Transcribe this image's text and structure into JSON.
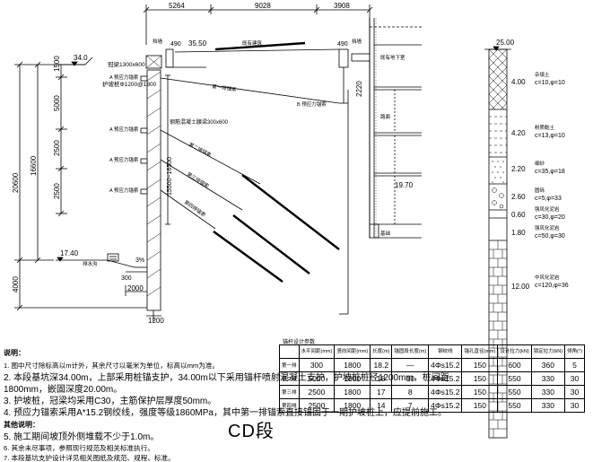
{
  "top_dimensions": [
    "5264",
    "9028",
    "3908"
  ],
  "left_dimensions": {
    "outer": [
      "20600",
      "4000"
    ],
    "inner": [
      "16600"
    ],
    "segments": [
      "1500",
      "5000",
      "2500",
      "2500"
    ],
    "pile": [
      "1200"
    ],
    "bottom": [
      "2000"
    ]
  },
  "elevations": {
    "top_left": "34.0",
    "ground_left": "17.40",
    "wall_top": "35.50",
    "right_top": "25.00",
    "inner_right": "19.70"
  },
  "labels": {
    "crown_beam": "冠梁1300x600",
    "pile": "护坡桩Φ1200@1800",
    "waist_beam": "钢筋混凝土腰梁300x600",
    "design_mid": "15500~16500",
    "mid_span": "2220",
    "pile_top": "490",
    "pile_top_right": "490",
    "slope": "3%",
    "dim_300": "300",
    "anchor_a1": "A 预应力锚索",
    "anchor_a2": "A 预应力锚索",
    "anchor_a3": "A 预应力锚索",
    "anchor_a4": "A 预应力锚索",
    "anchor_b": "B 预应力锚索",
    "row1": "第一排锚索",
    "row2": "第二排锚索",
    "row3": "第三排锚索",
    "row4": "第四排锚索",
    "top_left_tag": "挡墙",
    "top_right_tag": "挡墙",
    "surface_left": "排水沟",
    "existing": "既有建筑",
    "subway": "既有地下室",
    "road": "路面",
    "found": "基础"
  },
  "soil_layers": [
    {
      "thick": "4.00",
      "name": "杂填土",
      "params": "c=10,φ=10"
    },
    {
      "thick": "4.20",
      "name": "粉质黏土",
      "params": "c=13,φ=10"
    },
    {
      "thick": "2.20",
      "name": "细砂",
      "params": "c=35,φ=18"
    },
    {
      "thick": "2.60",
      "name": "圆砾",
      "params": "c=5,φ=33"
    },
    {
      "thick": "0.60",
      "name": "强风化泥岩",
      "params": "c=30,φ=20"
    },
    {
      "thick": "1.80",
      "name": "强风化泥岩",
      "params": "c=50,φ=30"
    },
    {
      "thick": "12.00",
      "name": "中风化泥岩",
      "params": "c=120,φ=36"
    }
  ],
  "notes": {
    "title": "说明：",
    "n1": "1. 图中尺寸除标高以m计外，其余尺寸以毫米为单位，标高以mm为准。",
    "n2a": "2. 本段基坑深34.00m，上部采用桩锚支护，34.00m以下采用锚杆喷射混凝土支护，护坡桩桩径1200mm，桩间距",
    "n2b": "1800mm，嵌固深度20.00m。",
    "n3": "3. 护坡桩，冠梁均采用C30，主筋保护层厚度50mm。",
    "n4": "4. 预应力锚索采用A*15.2钢绞线，强度等级1860MPa，其中第一排锚索直接锚固于一期护坡桩上，应提前施工。",
    "sub": "其他说明：",
    "n5": "5. 施工期间坡顶外侧堆载不少于1.0m。",
    "n6": "6. 其余未尽事项，参照现行规范及相关标准执行。",
    "n7": "7. 本段基坑支护设计详见相关图纸及规范、规程、标准。"
  },
  "table": {
    "title": "锚杆设计参数",
    "headers": [
      "",
      "水平间距(mm)",
      "竖向间距(mm)",
      "长度(m)",
      "锚固段长度(m)",
      "钢绞线",
      "锚孔直径(mm)",
      "设计拉力(kN)",
      "锁定拉力(kN)",
      "倾角(°)"
    ],
    "rows": [
      [
        "第一排",
        "300",
        "1800",
        "18.2",
        "—",
        "4Φs15.2",
        "150",
        "600",
        "360",
        "5"
      ],
      [
        "第二排",
        "5000",
        "1800",
        "18",
        "10",
        "4Φs15.2",
        "150",
        "550",
        "330",
        "30"
      ],
      [
        "第三排",
        "2500",
        "1800",
        "17",
        "8",
        "4Φs15.2",
        "150",
        "550",
        "330",
        "30"
      ],
      [
        "第四排",
        "2500",
        "1800",
        "14",
        "7",
        "4Φs15.2",
        "150",
        "550",
        "330",
        "30"
      ]
    ]
  },
  "section_title": "CD段"
}
